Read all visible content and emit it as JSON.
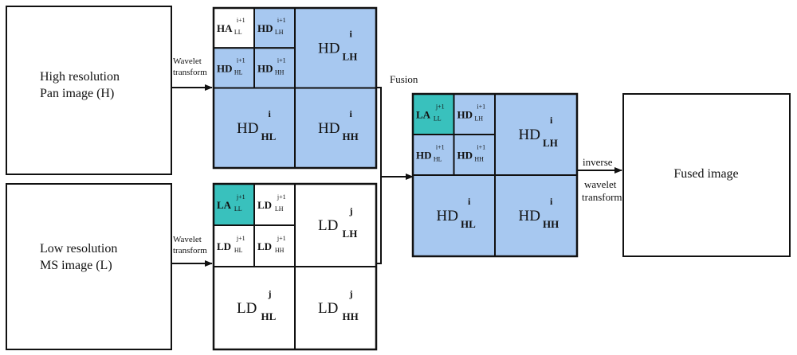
{
  "inputs": {
    "pan": {
      "line1": "High resolution",
      "line2": "Pan image (H)"
    },
    "ms": {
      "line1": "Low resolution",
      "line2": "MS image (L)"
    }
  },
  "arrows": {
    "wavelet": {
      "line1": "Wavelet",
      "line2": "transform"
    },
    "fusion": "Fusion",
    "inverse": {
      "line1": "inverse",
      "line2": "wavelet",
      "line3": "transform"
    }
  },
  "output": {
    "label": "Fused image"
  },
  "colors": {
    "hd_fill": "#a7c8f0",
    "la_fill": "#39c1bd",
    "stroke": "#111111",
    "white": "#ffffff"
  },
  "decomposition": {
    "pan": [
      {
        "main": "HA",
        "sub": "LL",
        "sup": "i+1"
      },
      {
        "main": "HD",
        "sub": "LH",
        "sup": "i+1"
      },
      {
        "main": "HD",
        "sub": "HL",
        "sup": "i+1"
      },
      {
        "main": "HD",
        "sub": "HH",
        "sup": "i+1"
      },
      {
        "main": "HD",
        "sub": "LH",
        "sup": "i"
      },
      {
        "main": "HD",
        "sub": "HL",
        "sup": "i"
      },
      {
        "main": "HD",
        "sub": "HH",
        "sup": "i"
      }
    ],
    "ms": [
      {
        "main": "LA",
        "sub": "LL",
        "sup": "j+1"
      },
      {
        "main": "LD",
        "sub": "LH",
        "sup": "j+1"
      },
      {
        "main": "LD",
        "sub": "HL",
        "sup": "j+1"
      },
      {
        "main": "LD",
        "sub": "HH",
        "sup": "j+1"
      },
      {
        "main": "LD",
        "sub": "LH",
        "sup": "j"
      },
      {
        "main": "LD",
        "sub": "HL",
        "sup": "j"
      },
      {
        "main": "LD",
        "sub": "HH",
        "sup": "j"
      }
    ],
    "fused": [
      {
        "main": "LA",
        "sub": "LL",
        "sup": "j+1"
      },
      {
        "main": "HD",
        "sub": "LH",
        "sup": "i+1"
      },
      {
        "main": "HD",
        "sub": "HL",
        "sup": "i+1"
      },
      {
        "main": "HD",
        "sub": "HH",
        "sup": "i+1"
      },
      {
        "main": "HD",
        "sub": "LH",
        "sup": "i"
      },
      {
        "main": "HD",
        "sub": "HL",
        "sup": "i"
      },
      {
        "main": "HD",
        "sub": "HH",
        "sup": "i"
      }
    ]
  }
}
